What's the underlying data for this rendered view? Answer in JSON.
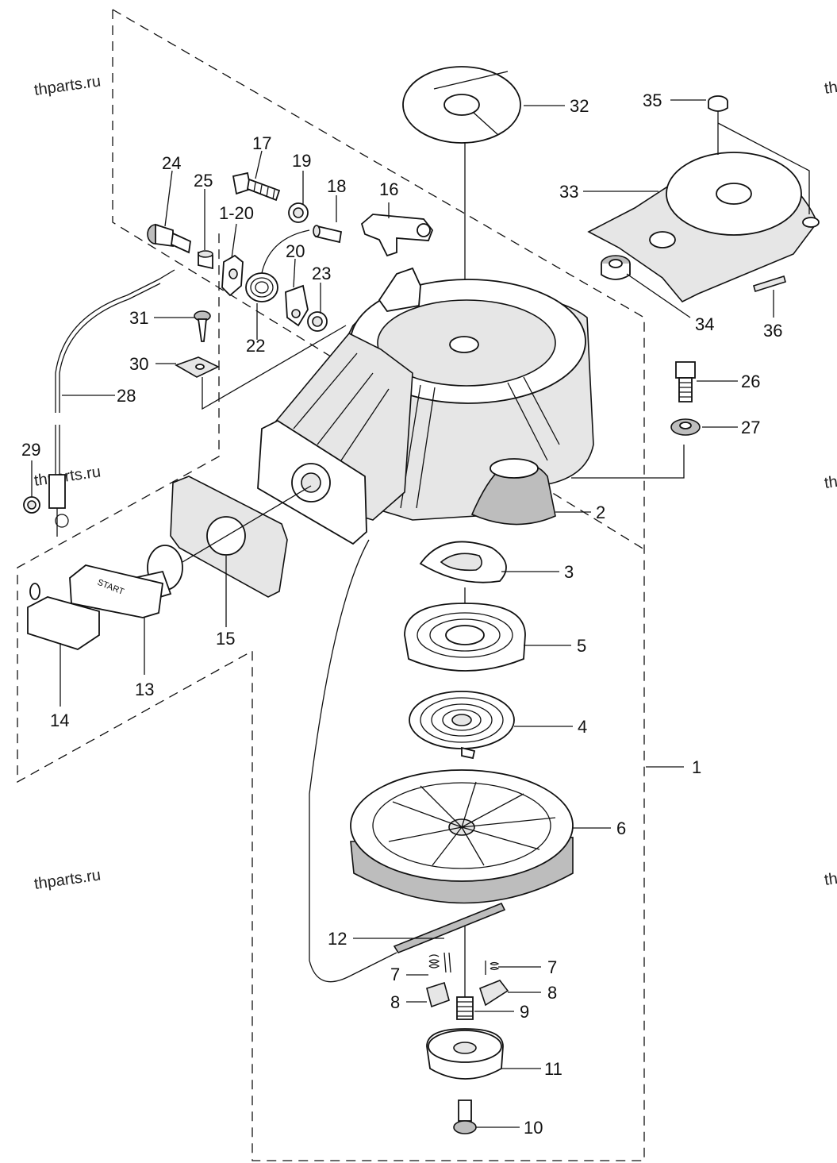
{
  "watermark": "thparts.ru",
  "callouts": {
    "c1": "1",
    "c1_20": "1-20",
    "c2": "2",
    "c3": "3",
    "c4": "4",
    "c5": "5",
    "c6": "6",
    "c7a": "7",
    "c7b": "7",
    "c8a": "8",
    "c8b": "8",
    "c9": "9",
    "c10": "10",
    "c11": "11",
    "c12": "12",
    "c13": "13",
    "c14": "14",
    "c15": "15",
    "c16": "16",
    "c17": "17",
    "c18": "18",
    "c19": "19",
    "c20": "20",
    "c22": "22",
    "c23": "23",
    "c24": "24",
    "c25": "25",
    "c26": "26",
    "c27": "27",
    "c28": "28",
    "c29": "29",
    "c30": "30",
    "c31": "31",
    "c32": "32",
    "c33": "33",
    "c34": "34",
    "c35": "35",
    "c36": "36"
  },
  "handle_text": "START"
}
